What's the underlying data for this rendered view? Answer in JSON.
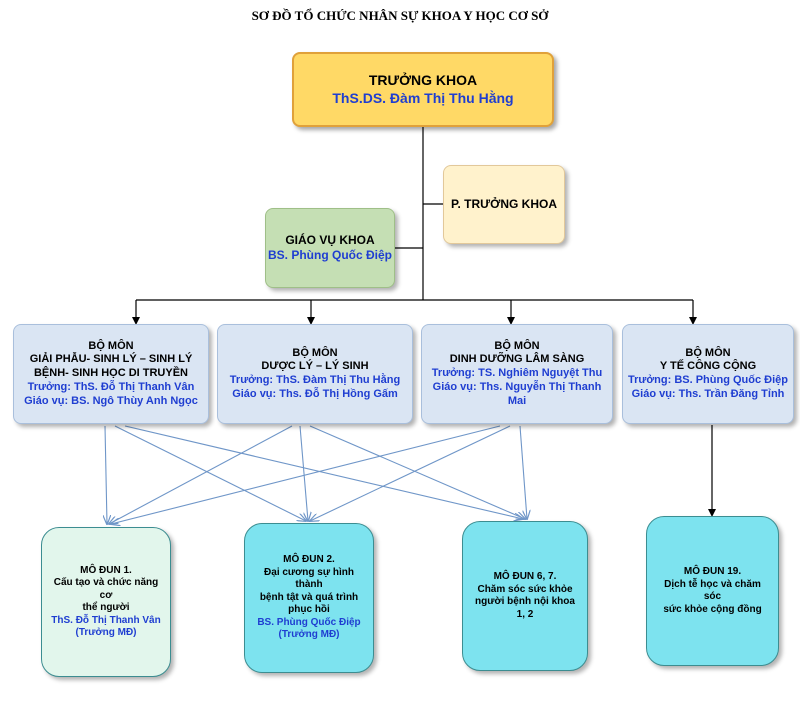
{
  "title": "SƠ ĐỒ TỔ CHỨC NHÂN SỰ KHOA Y HỌC CƠ SỞ",
  "dean": {
    "role": "TRƯỞNG KHOA",
    "name": "ThS.DS. Đàm Thị Thu Hằng"
  },
  "vice_dean": {
    "role": "P. TRƯỞNG KHOA"
  },
  "academic_affairs": {
    "role": "GIÁO VỤ KHOA",
    "name": "BS. Phùng Quốc Điệp"
  },
  "departments": [
    {
      "heading": "BỘ MÔN",
      "name1": "GIẢI PHẪU- SINH LÝ – SINH LÝ",
      "name2": "BỆNH- SINH HỌC DI TRUYỀN",
      "head": "Trưởng: ThS. Đỗ Thị Thanh Vân",
      "affairs": "Giáo vụ: BS. Ngô Thùy Anh Ngọc"
    },
    {
      "heading": "BỘ MÔN",
      "name1": "DƯỢC LÝ – LÝ SINH",
      "name2": "",
      "head": "Trưởng: ThS. Đàm Thị Thu Hằng",
      "affairs": "Giáo vụ: Ths. Đỗ Thị Hồng Gấm"
    },
    {
      "heading": "BỘ MÔN",
      "name1": "DINH DƯỠNG LÂM SÀNG",
      "name2": "",
      "head": "Trưởng: TS. Nghiêm Nguyệt Thu",
      "affairs": "Giáo vụ: Ths. Nguyễn Thị Thanh Mai"
    },
    {
      "heading": "BỘ MÔN",
      "name1": "Y TẾ CÔNG CỘNG",
      "name2": "",
      "head": "Trưởng: BS. Phùng Quốc Điệp",
      "affairs": "Giáo vụ: Ths. Trần Đăng Tỉnh"
    }
  ],
  "modules": [
    {
      "title": "MÔ ĐUN 1.",
      "desc1": "Cấu tạo và chức năng cơ",
      "desc2": "thể người",
      "desc3": "",
      "lead": "ThS. Đỗ Thị Thanh Vân",
      "lead_role": "(Trưởng MĐ)"
    },
    {
      "title": "MÔ ĐUN 2.",
      "desc1": "Đại cương sự hình thành",
      "desc2": "bệnh tật và quá trình",
      "desc3": "phục hồi",
      "lead": "BS. Phùng Quốc Điệp",
      "lead_role": "(Trưởng MĐ)"
    },
    {
      "title": "MÔ ĐUN 6, 7.",
      "desc1": "Chăm sóc sức khỏe",
      "desc2": "người bệnh nội khoa 1, 2",
      "desc3": "",
      "lead": "",
      "lead_role": ""
    },
    {
      "title": "MÔ ĐUN 19.",
      "desc1": "Dịch tễ học và chăm sóc",
      "desc2": "sức khỏe cộng đồng",
      "desc3": "",
      "lead": "",
      "lead_role": ""
    }
  ]
}
